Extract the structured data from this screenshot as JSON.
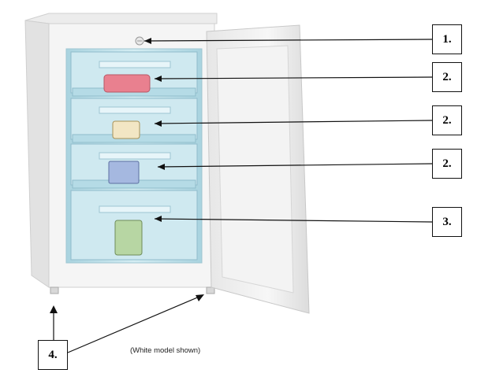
{
  "callouts": {
    "thermostat": "1.",
    "drawer_1": "2.",
    "drawer_2": "2.",
    "drawer_3": "2.",
    "bottom_drawer": "3.",
    "feet": "4."
  },
  "caption": "(White model shown)",
  "colors": {
    "cabinet": "#f4f4f4",
    "cabinet_edge": "#cfcfcf",
    "interior": "#bfe0ea",
    "drawer_front": "#d7eef4",
    "line": "#111111"
  }
}
